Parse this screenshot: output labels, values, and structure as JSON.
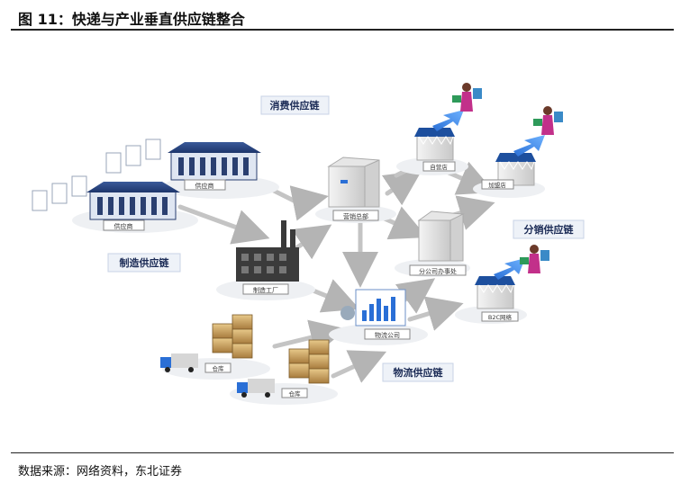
{
  "figure": {
    "title": "图 11：快递与产业垂直供应链整合",
    "source": "数据来源：网络资料，东北证券"
  },
  "diagram": {
    "chain_labels": {
      "consumer": "消费供应链",
      "manufacturing": "制造供应链",
      "distribution": "分销供应链",
      "logistics": "物流供应链"
    },
    "node_labels": {
      "supplier_top": "供应商",
      "supplier_bottom": "供应商",
      "factory": "制造工厂",
      "hq": "营销总部",
      "branch": "分公司办事处",
      "logistics_co": "物流公司",
      "store_self": "自营店",
      "store_franchise": "加盟店",
      "b2c": "B2C网络",
      "warehouse_1": "仓库",
      "warehouse_2": "仓库"
    }
  }
}
